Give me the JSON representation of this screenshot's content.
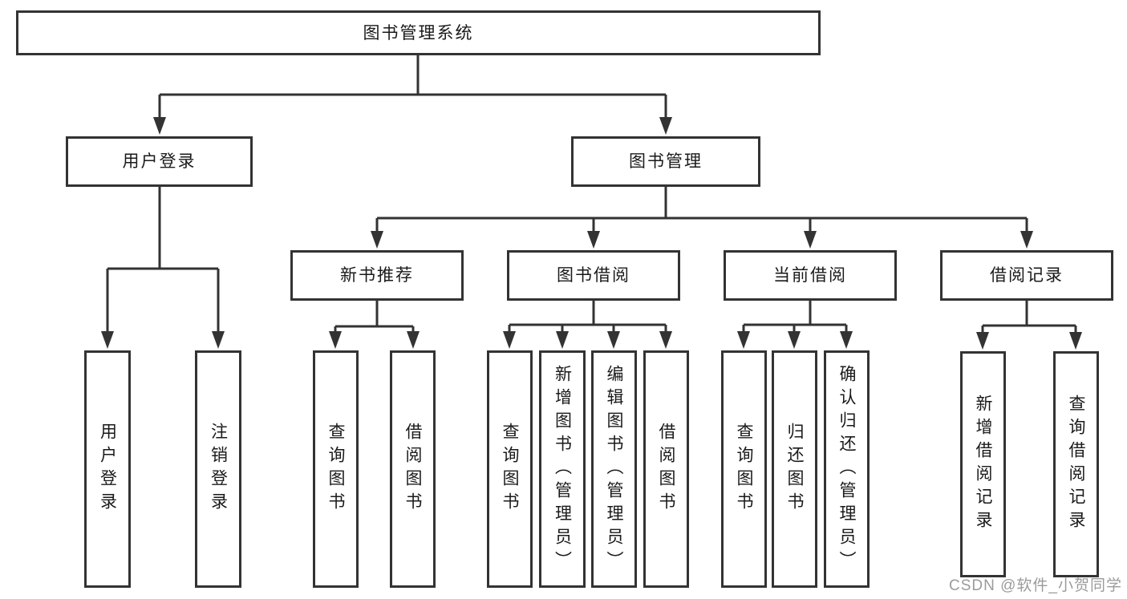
{
  "tree": {
    "label": "图书管理系统",
    "children": [
      {
        "label": "用户登录",
        "children": [
          {
            "label": "用户登录"
          },
          {
            "label": "注销登录"
          }
        ]
      },
      {
        "label": "图书管理",
        "children": [
          {
            "label": "新书推荐",
            "children": [
              {
                "label": "查询图书"
              },
              {
                "label": "借阅图书"
              }
            ]
          },
          {
            "label": "图书借阅",
            "children": [
              {
                "label": "查询图书"
              },
              {
                "label": "新增图书（管理员）"
              },
              {
                "label": "编辑图书（管理员）"
              },
              {
                "label": "借阅图书"
              }
            ]
          },
          {
            "label": "当前借阅",
            "children": [
              {
                "label": "查询图书"
              },
              {
                "label": "归还图书"
              },
              {
                "label": "确认归还（管理员）"
              }
            ]
          },
          {
            "label": "借阅记录",
            "children": [
              {
                "label": "新增借阅记录"
              },
              {
                "label": "查询借阅记录"
              }
            ]
          }
        ]
      }
    ]
  },
  "watermark": {
    "text": "CSDN @软件_小贺同学"
  },
  "colors": {
    "line": "#333333",
    "box_border": "#333333",
    "box_background": "#ffffff",
    "text": "#1a1a1a",
    "watermark": "#9b9b9b"
  }
}
